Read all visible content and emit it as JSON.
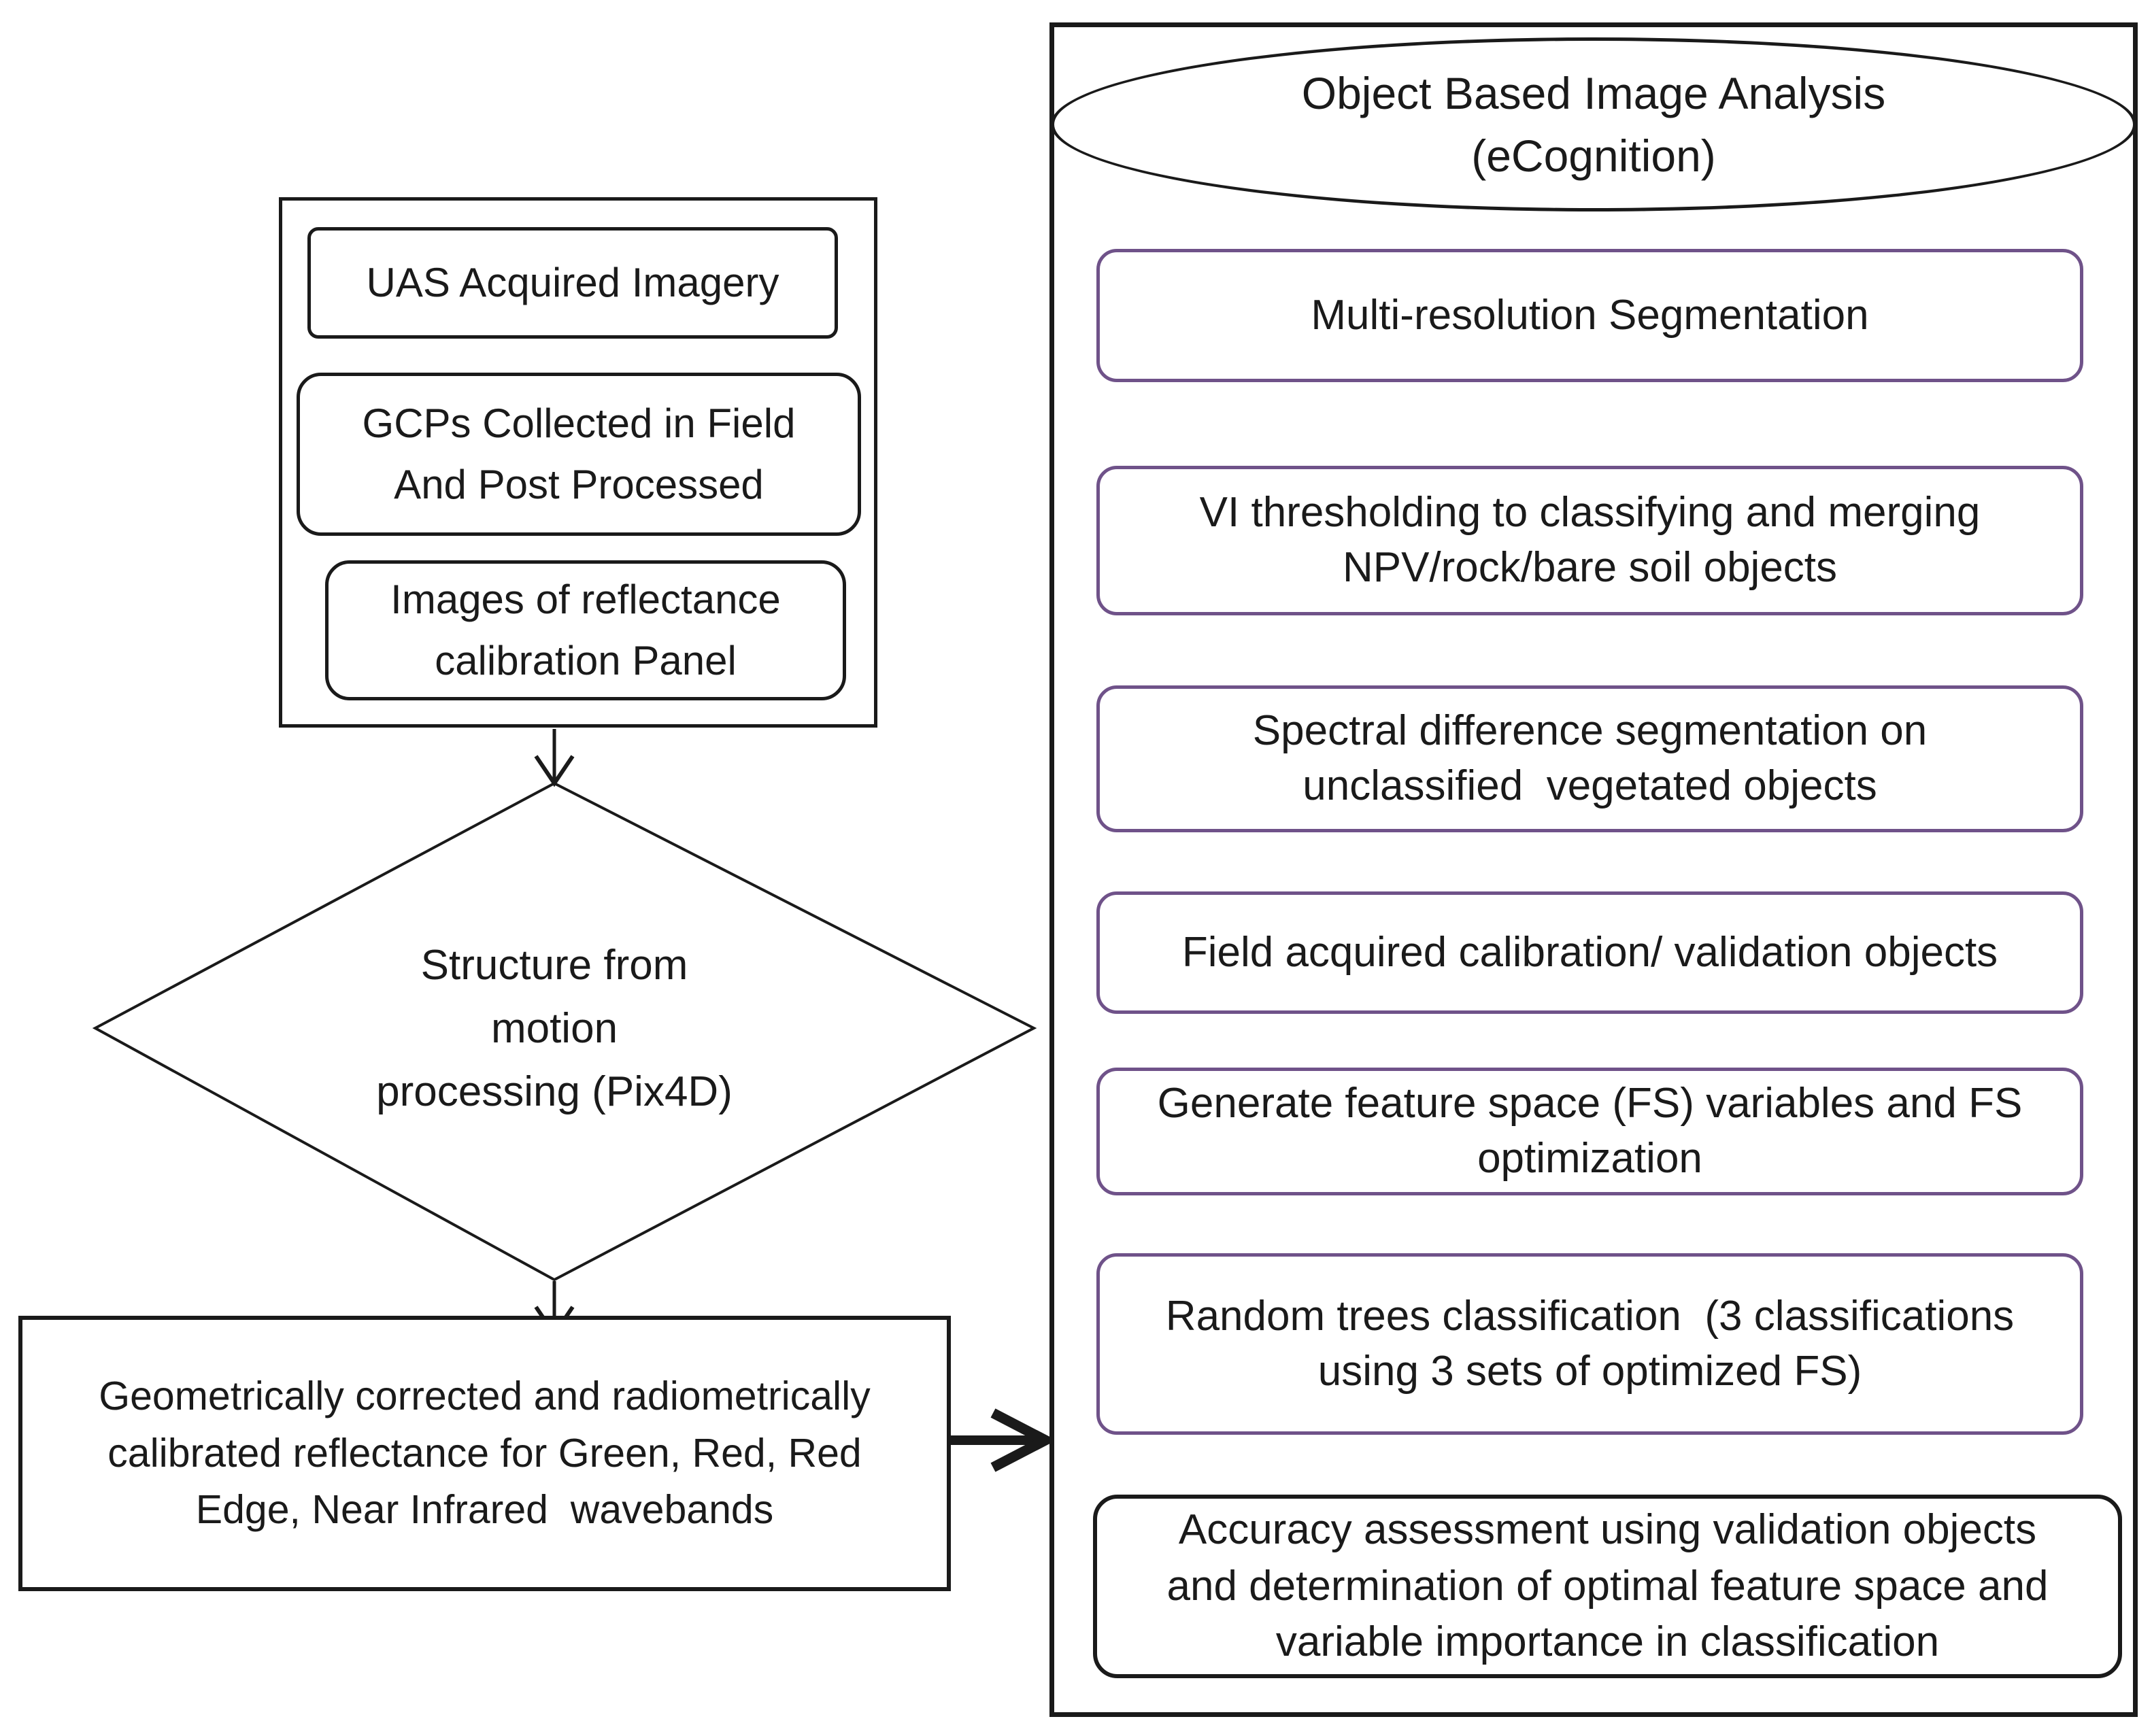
{
  "colors": {
    "ink": "#1a1a1a",
    "purple": "#6f5289",
    "background": "#ffffff"
  },
  "left": {
    "inputs": {
      "boxes": [
        {
          "lines": [
            "UAS Acquired Imagery"
          ]
        },
        {
          "lines": [
            "GCPs Collected in Field",
            "And Post Processed"
          ]
        },
        {
          "lines": [
            "Images of reflectance",
            "calibration Panel"
          ]
        }
      ]
    },
    "diamond": {
      "lines": [
        "Structure from",
        "motion",
        "processing (Pix4D)"
      ]
    },
    "output": {
      "lines": [
        "Geometrically corrected and radiometrically",
        "calibrated reflectance for Green, Red, Red",
        "Edge, Near Infrared  wavebands"
      ]
    }
  },
  "right": {
    "title": {
      "lines": [
        "Object Based Image Analysis",
        "(eCognition)"
      ]
    },
    "steps": [
      {
        "lines": [
          "Multi-resolution Segmentation"
        ]
      },
      {
        "lines": [
          "VI thresholding to classifying and merging",
          "NPV/rock/bare soil objects"
        ]
      },
      {
        "lines": [
          "Spectral difference segmentation on",
          "unclassified  vegetated objects"
        ]
      },
      {
        "lines": [
          "Field acquired calibration/ validation objects"
        ]
      },
      {
        "lines": [
          "Generate feature space (FS) variables and FS",
          "optimization"
        ]
      },
      {
        "lines": [
          "Random trees classification  (3 classifications",
          "using 3 sets of optimized FS)"
        ]
      },
      {
        "lines": [
          "Accuracy assessment using validation objects",
          "and determination of optimal feature space and",
          "variable importance in classification"
        ]
      }
    ]
  }
}
